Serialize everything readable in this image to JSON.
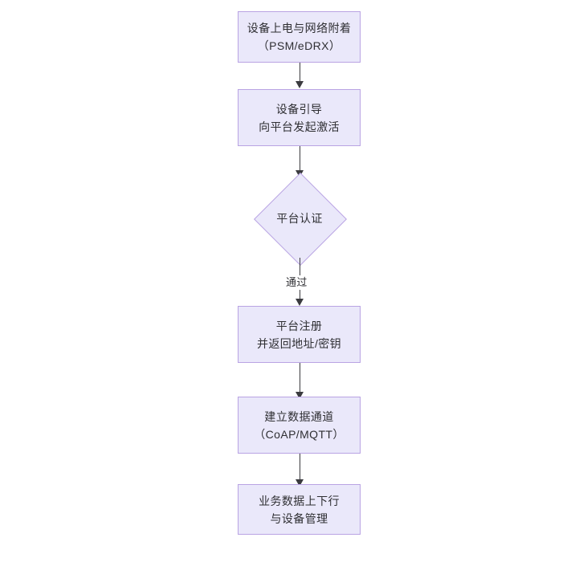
{
  "diagram": {
    "type": "flowchart",
    "orientation": "top-to-bottom",
    "title": "",
    "theme": {
      "node_fill": "#eae8fa",
      "node_border": "#b9a3e3",
      "text_color": "#2f2f33",
      "connector_color": "#3b3b3f",
      "background": "#ffffff"
    },
    "nodes": [
      {
        "id": "power-on",
        "shape": "rectangle",
        "line1": "设备上电与网络附着",
        "line2": "（PSM/eDRX）"
      },
      {
        "id": "bootstrap",
        "shape": "rectangle",
        "line1": "设备引导",
        "line2": "向平台发起激活"
      },
      {
        "id": "platform-auth",
        "shape": "diamond",
        "line1": "平台认证",
        "line2": ""
      },
      {
        "id": "platform-register",
        "shape": "rectangle",
        "line1": "平台注册",
        "line2": "并返回地址/密钥"
      },
      {
        "id": "data-channel",
        "shape": "rectangle",
        "line1": "建立数据通道",
        "line2": "（CoAP/MQTT）"
      },
      {
        "id": "service-data",
        "shape": "rectangle",
        "line1": "业务数据上下行",
        "line2": "与设备管理"
      }
    ],
    "edges": [
      {
        "id": "edge-1",
        "from": "power-on",
        "to": "bootstrap",
        "label": ""
      },
      {
        "id": "edge-2",
        "from": "bootstrap",
        "to": "platform-auth",
        "label": ""
      },
      {
        "id": "edge-3",
        "from": "platform-auth",
        "to": "platform-register",
        "label": "通过"
      },
      {
        "id": "edge-4",
        "from": "platform-register",
        "to": "data-channel",
        "label": ""
      },
      {
        "id": "edge-5",
        "from": "data-channel",
        "to": "service-data",
        "label": ""
      }
    ]
  }
}
